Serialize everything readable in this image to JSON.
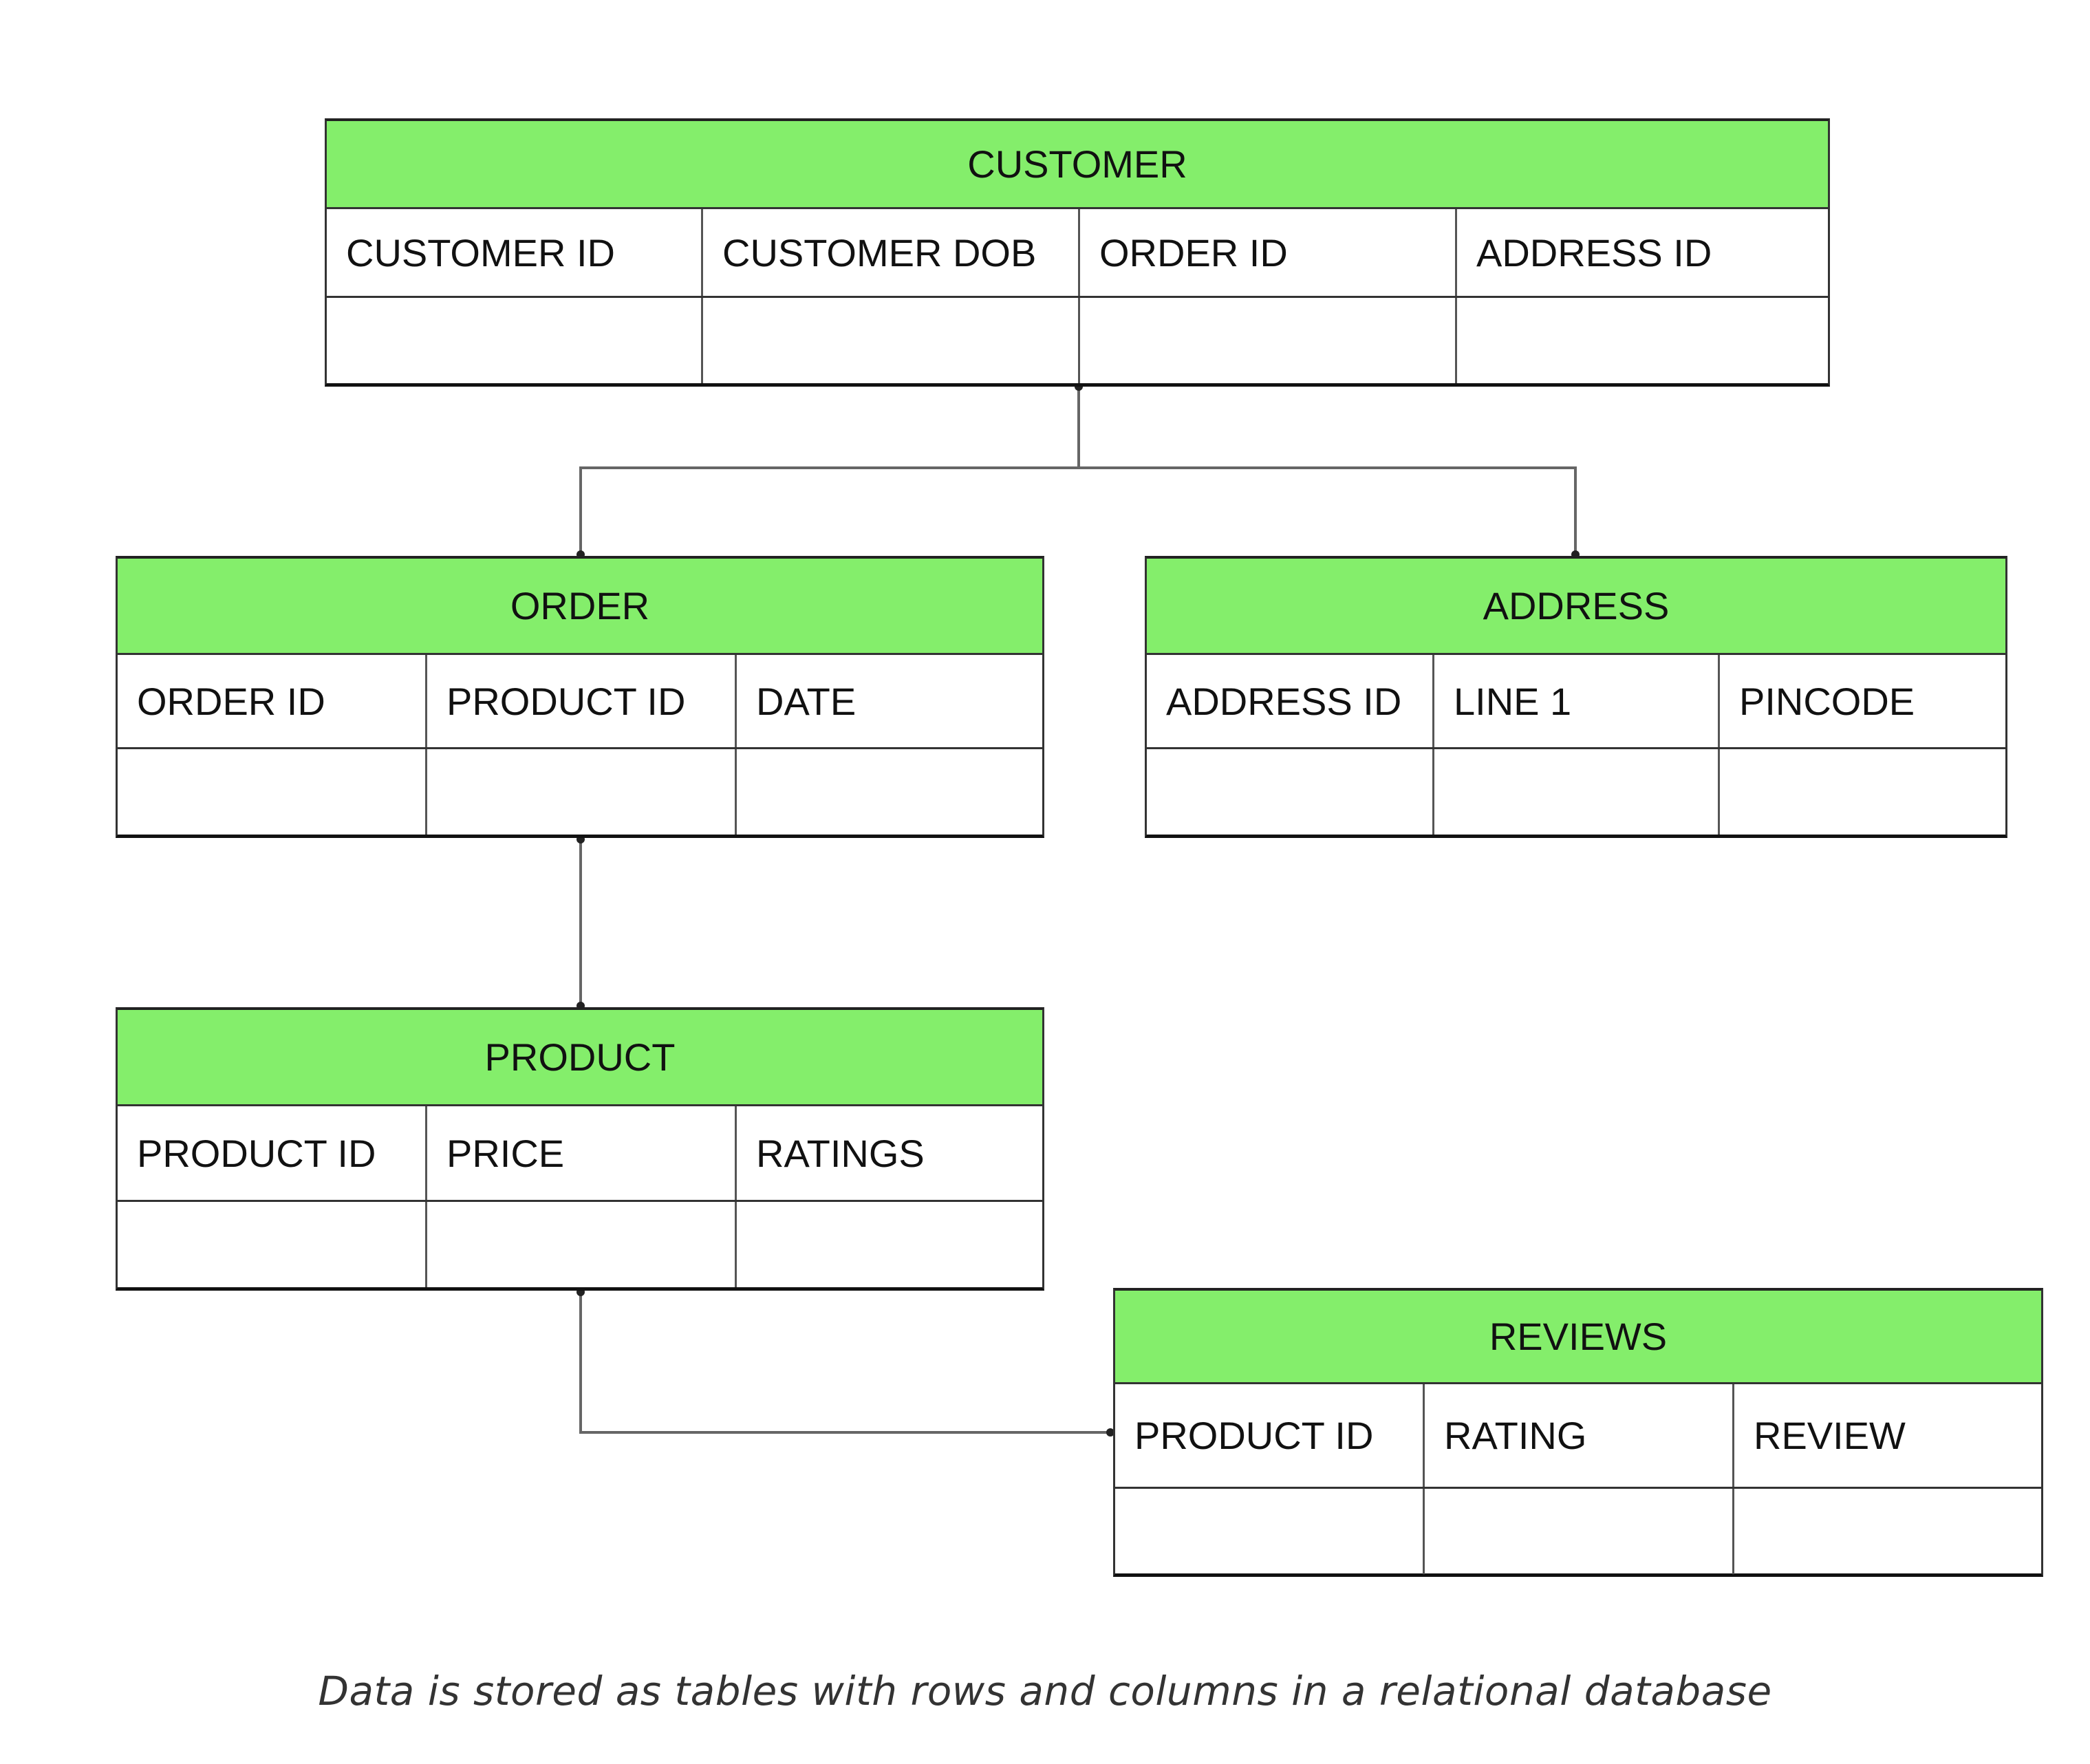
{
  "tables": {
    "customer": {
      "title": "CUSTOMER",
      "columns": [
        "CUSTOMER ID",
        "CUSTOMER DOB",
        "ORDER ID",
        "ADDRESS ID"
      ]
    },
    "order": {
      "title": "ORDER",
      "columns": [
        "ORDER ID",
        "PRODUCT ID",
        "DATE"
      ]
    },
    "address": {
      "title": "ADDRESS",
      "columns": [
        "ADDRESS ID",
        "LINE 1",
        "PINCODE"
      ]
    },
    "product": {
      "title": "PRODUCT",
      "columns": [
        "PRODUCT ID",
        "PRICE",
        "RATINGS"
      ]
    },
    "reviews": {
      "title": "REVIEWS",
      "columns": [
        "PRODUCT ID",
        "RATING",
        "REVIEW"
      ]
    }
  },
  "relationships": [
    {
      "from": "customer",
      "to": "order"
    },
    {
      "from": "customer",
      "to": "address"
    },
    {
      "from": "order",
      "to": "product"
    },
    {
      "from": "product",
      "to": "reviews"
    }
  ],
  "caption": "Data is stored as tables with rows and columns in a relational database",
  "colors": {
    "header_fill": "#84ee6b",
    "border": "#222222",
    "connector": "#666666",
    "caption_text": "#333333"
  }
}
